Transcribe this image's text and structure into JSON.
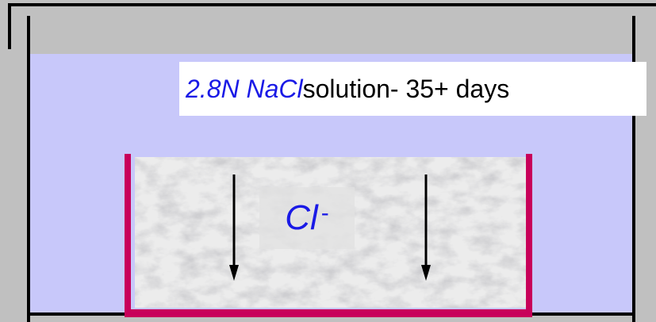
{
  "label": {
    "concentration": "2.8N NaCl",
    "rest": " solution- 35+ days"
  },
  "specimen_label": {
    "ion": "Cl",
    "charge": "-"
  },
  "colors": {
    "background": "#c0c0c0",
    "solution": "#c8c8fa",
    "label_text_blue": "#1a1ae6",
    "mold": "#c8005a"
  }
}
